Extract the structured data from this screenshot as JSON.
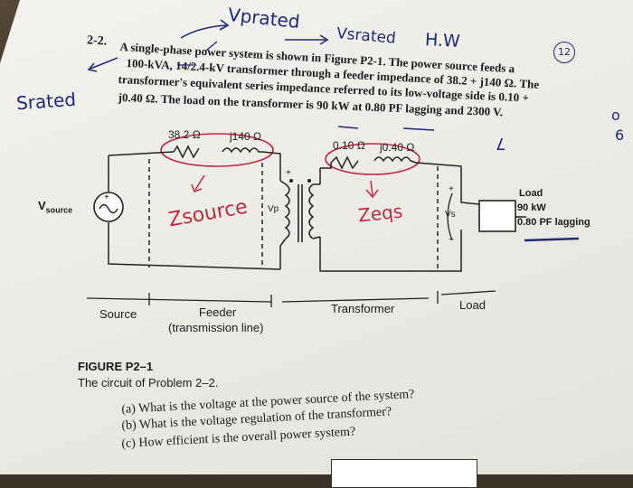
{
  "problem": {
    "number": "2-2.",
    "line1": "A single-phase power system is shown in Figure P2-1. The power source feeds a",
    "line2": "100-kVA, 14/2.4-kV transformer through a feeder impedance of 38.2 + j140 Ω. The",
    "line3": "transformer's equivalent series impedance referred to its low-voltage side is 0.10 +",
    "line4": "j0.40 Ω. The load on the transformer is 90 kW at 0.80 PF lagging and 2300 V."
  },
  "handwriting": {
    "v_prated": "Vprated",
    "v_srated": "Vsrated",
    "hw": "H.W",
    "page_no": "12",
    "s_rated": "Srated",
    "t_mark": "7",
    "z_source": "Zsource",
    "z_eq": "Zeqs",
    "margin_o": "o",
    "margin_6": "6"
  },
  "circuit": {
    "v_source": "V",
    "v_source_sub": "source",
    "feeder_r": "38.2 Ω",
    "feeder_x": "j140 Ω",
    "xfmr_r": "0.10 Ω",
    "xfmr_x": "j0.40 Ω",
    "plus": "+",
    "minus": "−",
    "vp": "Vp",
    "vs": "Vs",
    "load_title": "Load",
    "load_power": "90 kW",
    "load_pf": "0.80 PF lagging",
    "section_source": "Source",
    "section_feeder": "Feeder",
    "section_feeder_sub": "(transmission line)",
    "section_transformer": "Transformer",
    "section_load": "Load"
  },
  "figure": {
    "label": "FIGURE P2–1",
    "caption": "The circuit of Problem 2–2."
  },
  "questions": [
    {
      "letter": "(a)",
      "text": "What is the voltage at the power source of the system?"
    },
    {
      "letter": "(b)",
      "text": "What is the voltage regulation of the transformer?"
    },
    {
      "letter": "(c)",
      "text": "How efficient is the overall power system?"
    }
  ],
  "colors": {
    "ink": "#1c1c1c",
    "pen_blue": "#1d2a7a",
    "pen_red": "#c0283a"
  }
}
